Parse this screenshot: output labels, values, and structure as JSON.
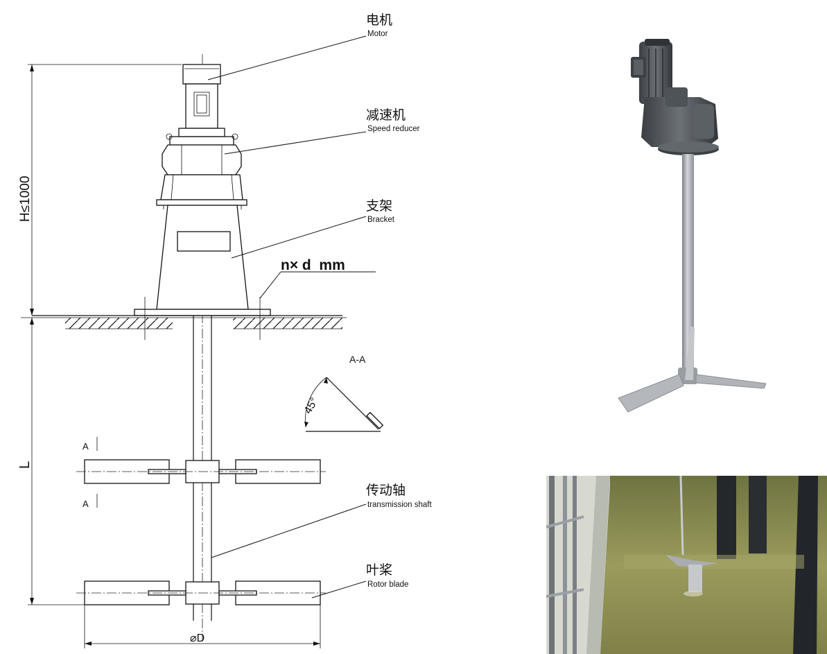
{
  "labels": {
    "motor": {
      "cn": "电机",
      "en": "Motor"
    },
    "reducer": {
      "cn": "减速机",
      "en": "Speed reducer"
    },
    "bracket": {
      "cn": "支架",
      "en": "Bracket"
    },
    "shaft": {
      "cn": "传动轴",
      "en": "transmission shaft"
    },
    "blade": {
      "cn": "叶桨",
      "en": "Rotor blade"
    }
  },
  "dimensions": {
    "height": "H≤1000",
    "length": "L",
    "bolts": "n× d  mm",
    "diameter": "⌀D",
    "section_mark": "A",
    "section_title": "A-A",
    "angle": "45°"
  },
  "colors": {
    "line": "#111111",
    "water": "#8a8c52",
    "steel": "#a9adb1",
    "motor_dark": "#4a4e53"
  }
}
